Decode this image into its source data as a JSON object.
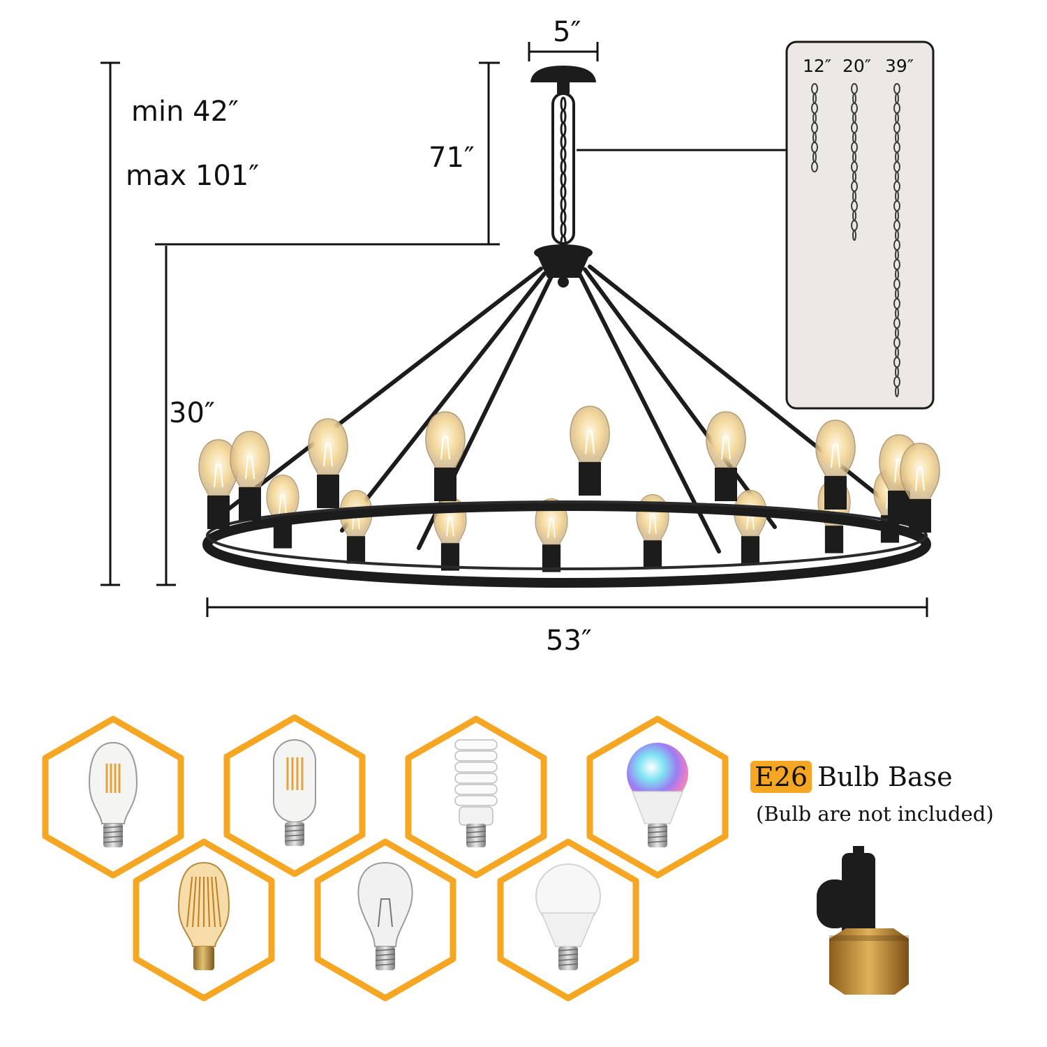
{
  "dimensions": {
    "top_width": "5″",
    "min_height": "min 42″",
    "max_height": "max 101″",
    "overall_height": "71″",
    "body_height": "30″",
    "width": "53″"
  },
  "chain_lengths": [
    "12″",
    "20″",
    "39″"
  ],
  "bulb_base": {
    "badge": "E26",
    "title": "Bulb Base",
    "note": "(Bulb are not included)"
  },
  "bulb_types": [
    "st64-edison-filament-bulb",
    "t45-tubular-filament-bulb",
    "cfl-spiral-bulb",
    "rgb-smart-bulb",
    "vintage-squirrel-cage-bulb",
    "a19-incandescent-bulb",
    "a19-led-bulb"
  ],
  "colors": {
    "accent": "#f5a623",
    "frame": "#1c1c1c",
    "bulb_glow": "#f7dfa3",
    "brass": "#c59a3f",
    "panel": "#ece8e4"
  }
}
